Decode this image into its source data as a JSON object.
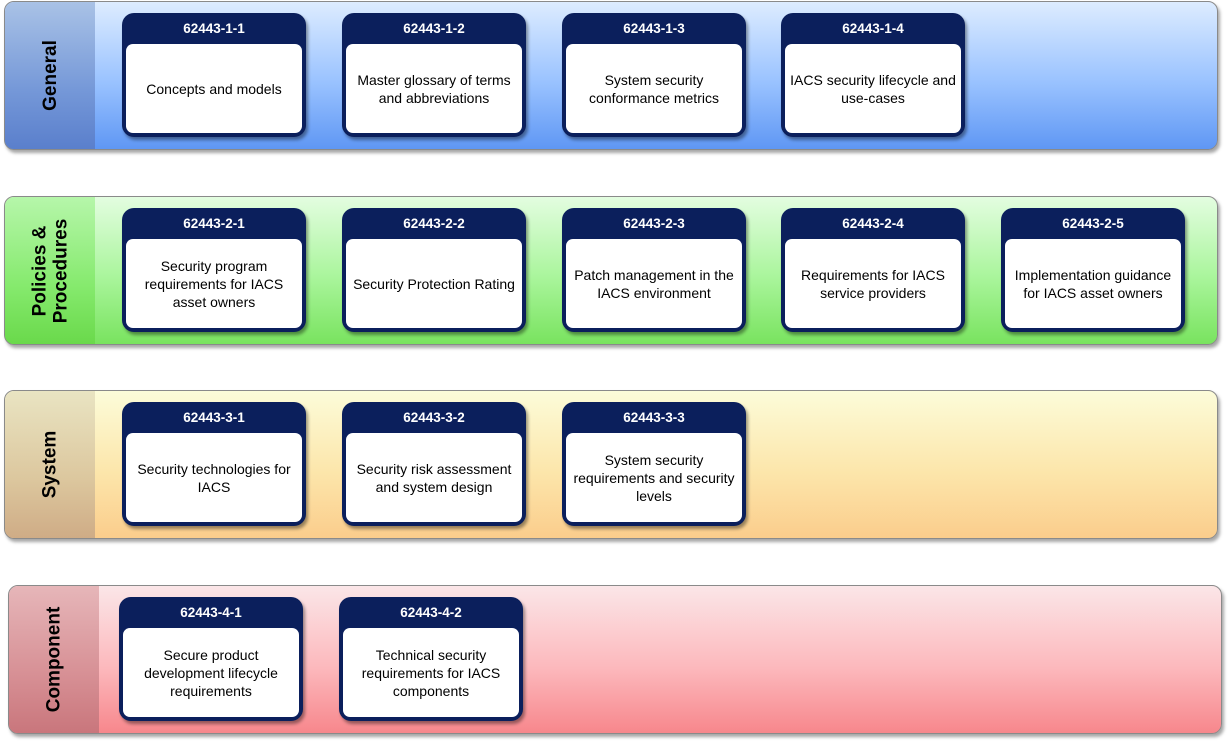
{
  "bands": [
    {
      "label": "General",
      "cards": [
        {
          "id": "62443-1-1",
          "title": "Concepts and models"
        },
        {
          "id": "62443-1-2",
          "title": "Master glossary of terms and abbreviations"
        },
        {
          "id": "62443-1-3",
          "title": "System security conformance metrics"
        },
        {
          "id": "62443-1-4",
          "title": "IACS security lifecycle and use-cases"
        }
      ]
    },
    {
      "label": "Policies &\nProcedures",
      "cards": [
        {
          "id": "62443-2-1",
          "title": "Security program requirements for IACS asset owners"
        },
        {
          "id": "62443-2-2",
          "title": "Security Protection Rating"
        },
        {
          "id": "62443-2-3",
          "title": "Patch management in the IACS environment"
        },
        {
          "id": "62443-2-4",
          "title": "Requirements for IACS service providers"
        },
        {
          "id": "62443-2-5",
          "title": "Implementation guidance for IACS asset owners"
        }
      ]
    },
    {
      "label": "System",
      "cards": [
        {
          "id": "62443-3-1",
          "title": "Security technologies for IACS"
        },
        {
          "id": "62443-3-2",
          "title": "Security risk assessment and system design"
        },
        {
          "id": "62443-3-3",
          "title": "System security requirements and security levels"
        }
      ]
    },
    {
      "label": "Component",
      "cards": [
        {
          "id": "62443-4-1",
          "title": "Secure product development lifecycle requirements"
        },
        {
          "id": "62443-4-2",
          "title": "Technical security requirements for IACS components"
        }
      ]
    }
  ]
}
